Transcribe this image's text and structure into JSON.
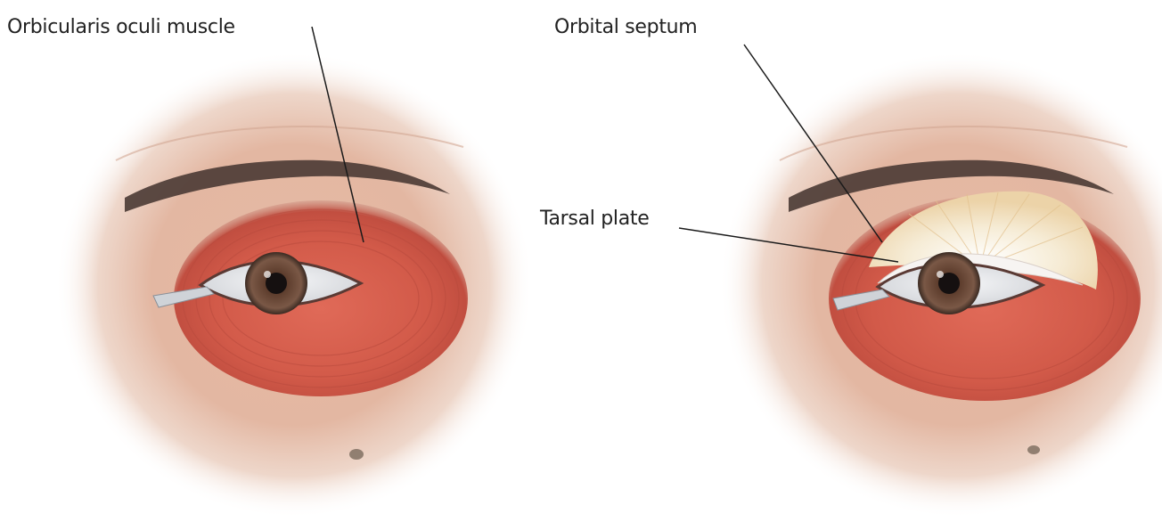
{
  "labels": {
    "orbicularis_oculi": "Orbicularis oculi muscle",
    "orbital_septum": "Orbital septum",
    "tarsal_plate": "Tarsal plate"
  },
  "colors": {
    "skin": "#e9c2ae",
    "skin_dark": "#c48f7a",
    "muscle": "#d9604f",
    "muscle_dark": "#b2453a",
    "septum": "#f4ead2",
    "iris": "#6b4a3a",
    "pupil": "#1a1a1a",
    "sclera": "#eef0f2",
    "brow": "#4a3a34",
    "leader_line": "#1a1a1a",
    "text": "#222222"
  }
}
